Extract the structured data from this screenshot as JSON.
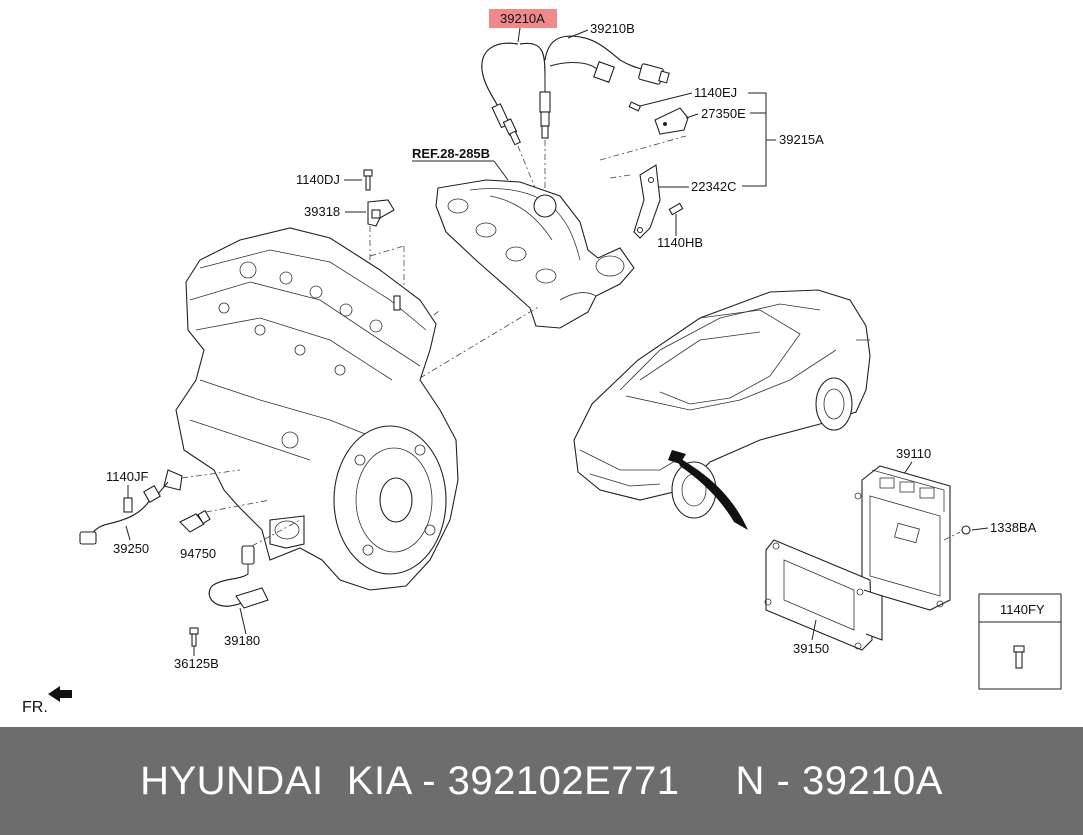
{
  "labels": {
    "oxygen_sensor_front": "39210A",
    "oxygen_sensor_rear": "39210B",
    "bolt_1140EJ": "1140EJ",
    "bracket_27350E": "27350E",
    "assembly_39215A": "39215A",
    "bracket_22342C": "22342C",
    "bolt_1140HB": "1140HB",
    "ref": "REF.28-285B",
    "bolt_1140DJ": "1140DJ",
    "sensor_39318": "39318",
    "bolt_1140JF": "1140JF",
    "sensor_39250": "39250",
    "sensor_94750": "94750",
    "sensor_39180": "39180",
    "bolt_36125B": "36125B",
    "ecu_39110": "39110",
    "nut_1338BA": "1338BA",
    "bracket_39150": "39150",
    "inset_1140FY": "1140FY",
    "front_indicator": "FR."
  },
  "highlight_color": "#f08a8a",
  "footer": {
    "brand": "HYUNDAI  KIA - 392102E771",
    "code": "N - 39210A",
    "background": "#6d6d6d"
  }
}
